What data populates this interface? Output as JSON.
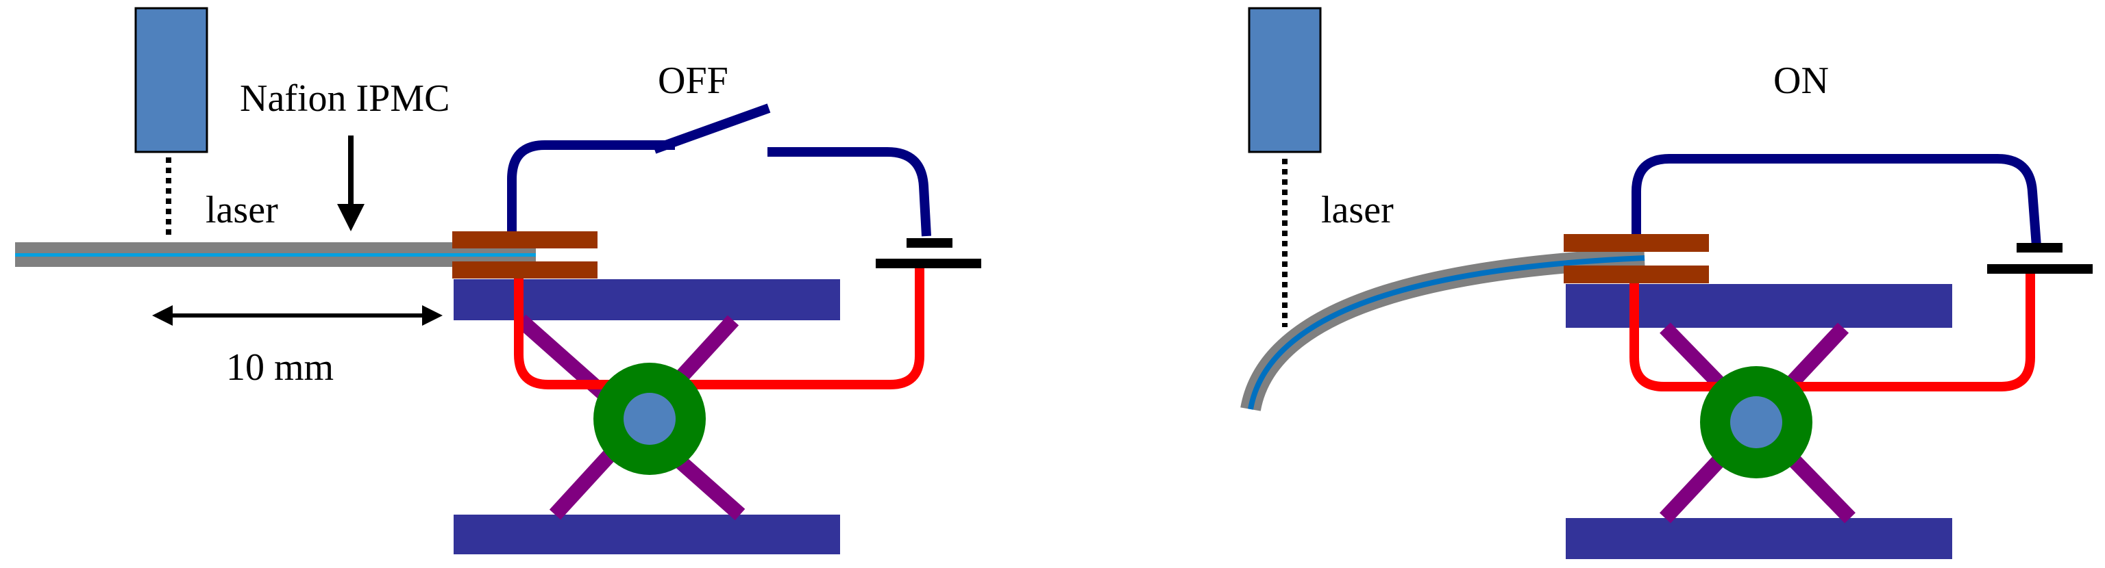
{
  "left_panel": {
    "state_label": "OFF",
    "sample_label": "Nafion IPMC",
    "laser_label": "laser",
    "length_label": "10 mm"
  },
  "right_panel": {
    "state_label": "ON",
    "laser_label": "laser"
  },
  "colors": {
    "laser_head": "#4f81bd",
    "wire_top": "#000080",
    "wire_bottom": "#ff0000",
    "clamp": "#993300",
    "stage_plate": "#333399",
    "scissor_arm": "#800080",
    "knob_outer": "#008000",
    "knob_inner": "#4f81bd",
    "ipmc_body": "#808080",
    "ipmc_core": "#00a0e0"
  }
}
